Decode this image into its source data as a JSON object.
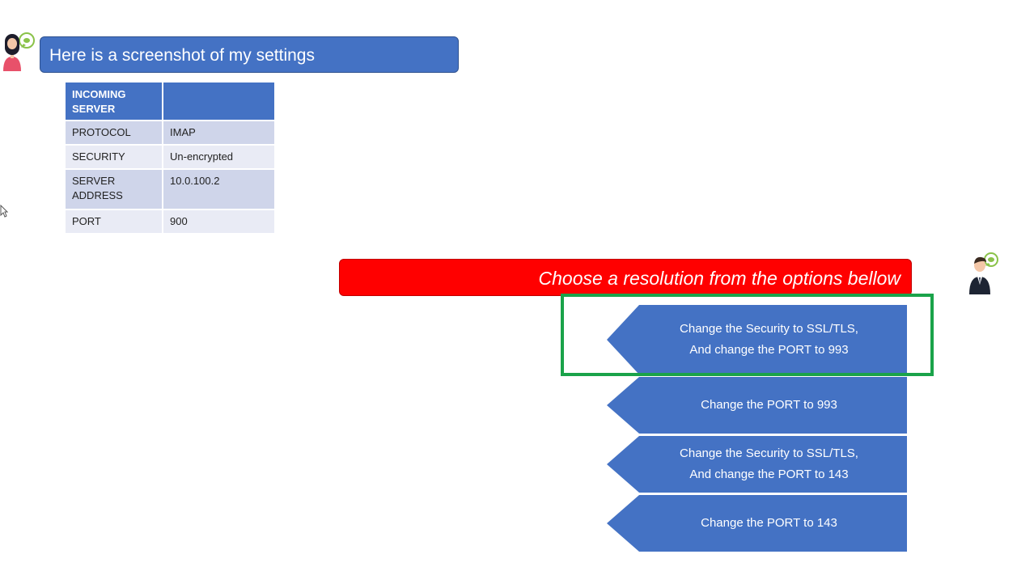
{
  "user_message": "Here is a screenshot of my settings",
  "settings_table": {
    "header": [
      "INCOMING SERVER",
      ""
    ],
    "rows": [
      {
        "key": "PROTOCOL",
        "value": "IMAP"
      },
      {
        "key": "SECURITY",
        "value": "Un-encrypted"
      },
      {
        "key": "SERVER ADDRESS",
        "value": "10.0.100.2"
      },
      {
        "key": "PORT",
        "value": "900"
      }
    ]
  },
  "agent_prompt": "Choose a resolution from the options bellow",
  "options": [
    {
      "line1": "Change the Security to SSL/TLS,",
      "line2": "And change the PORT to 993",
      "selected": true
    },
    {
      "line1": "Change the PORT to 993",
      "line2": "",
      "selected": false
    },
    {
      "line1": "Change the Security to SSL/TLS,",
      "line2": "And change the PORT to 143",
      "selected": false
    },
    {
      "line1": "Change the PORT to 143",
      "line2": "",
      "selected": false
    }
  ],
  "colors": {
    "bubble_blue": "#4472c4",
    "prompt_red": "#ff0000",
    "highlight_green": "#1aa34a"
  },
  "icons": {
    "user_avatar": "woman-avatar-icon",
    "agent_avatar": "man-avatar-icon"
  }
}
